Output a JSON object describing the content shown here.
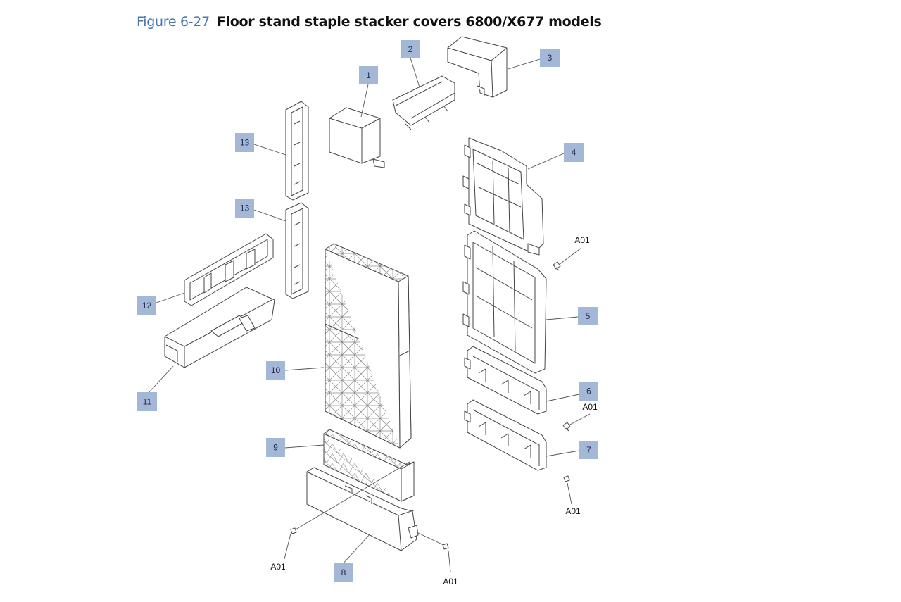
{
  "figure": {
    "number": "Figure 6-27",
    "title": "Floor stand staple stacker covers 6800/X677 models"
  },
  "colors": {
    "figure_number": "#4a76ad",
    "callout_fill": "#a3b8d6",
    "line": "#555555"
  },
  "callouts": {
    "c1": "1",
    "c2": "2",
    "c3": "3",
    "c4": "4",
    "c5": "5",
    "c6": "6",
    "c7": "7",
    "c8": "8",
    "c9": "9",
    "c10": "10",
    "c11": "11",
    "c12": "12",
    "c13a": "13",
    "c13b": "13"
  },
  "screws": {
    "a": "A01",
    "b": "A01",
    "c": "A01",
    "d": "A01",
    "e": "A01"
  }
}
